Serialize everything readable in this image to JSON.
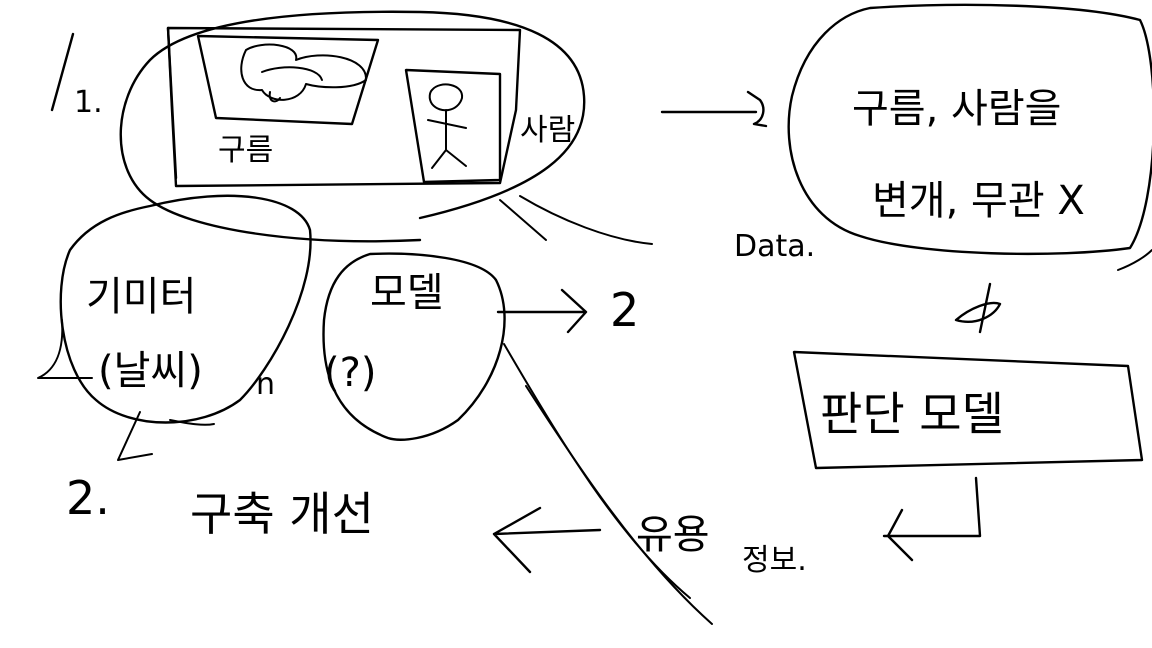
{
  "labels": {
    "step1": "1.",
    "cloud": "구름",
    "person": "사람",
    "condition_line1": "구름, 사람을",
    "condition_line2": "변개, 무관 X",
    "data": "Data.",
    "weather_line1": "기미터",
    "weather_line2": "(날씨)",
    "weather_n": "n",
    "model_line1": "모델",
    "model_line2": "(?)",
    "to_two": "2",
    "judge_model": "판단 모델",
    "useful_line1": "유용",
    "useful_line2": "정보.",
    "step2": "2.",
    "improve": "구축 개선"
  }
}
